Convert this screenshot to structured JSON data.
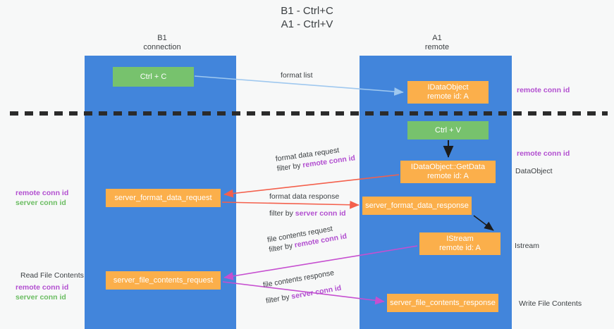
{
  "diagram": {
    "title": "B1 - Ctrl+C\nA1 - Ctrl+V",
    "columns": [
      {
        "name": "b1",
        "label": "B1\nconnection"
      },
      {
        "name": "a1",
        "label": "A1\nremote"
      }
    ],
    "nodes": {
      "ctrl_c": "Ctrl + C",
      "idataobject": "IDataObject\nremote id: A",
      "ctrl_v": "Ctrl + V",
      "getdata": "IDataObject::GetData\nremote id: A",
      "server_format_data_request": "server_format_data_request",
      "server_format_data_response": "server_format_data_response",
      "istream": "IStream\nremote id: A",
      "server_file_contents_request": "server_file_contents_request",
      "server_file_contents_response": "server_file_contents_response"
    },
    "edge_labels": {
      "format_list": "format list",
      "format_data_request": "format data request",
      "format_data_request_filter_prefix": "filter by ",
      "format_data_request_filter_key": "remote conn id",
      "format_data_response": "format data response",
      "format_data_response_filter_prefix": "filter by ",
      "format_data_response_filter_key": "server conn id",
      "file_contents_request": "file contents request",
      "file_contents_request_filter_prefix": "filter by ",
      "file_contents_request_filter_key": "remote conn id",
      "file_contents_response": "file contents response",
      "file_contents_response_filter_prefix": "filter by ",
      "file_contents_response_filter_key": "server conn id"
    },
    "right_annotations": {
      "remote_conn_id_top": "remote conn id",
      "remote_conn_id_mid": "remote conn id",
      "dataobject": "DataObject",
      "istream": "Istream",
      "write_file_contents": "Write File Contents"
    },
    "left_annotations": {
      "remote_conn_id_mid": "remote conn id",
      "server_conn_id_mid": "server conn id",
      "read_file_contents": "Read File Contents",
      "remote_conn_id_bottom": "remote conn id",
      "server_conn_id_bottom": "server conn id"
    },
    "colors": {
      "lane": "#4285db",
      "node_green": "#77c26d",
      "node_orange": "#fbaf4b",
      "accent_purple": "#b24fd0",
      "accent_green": "#6bbd62",
      "arrow_light_blue": "#9fc8ef",
      "arrow_red": "#f4604c",
      "arrow_magenta": "#c64fd0",
      "divider": "#2b2b2b",
      "background": "#f7f8f8"
    }
  }
}
